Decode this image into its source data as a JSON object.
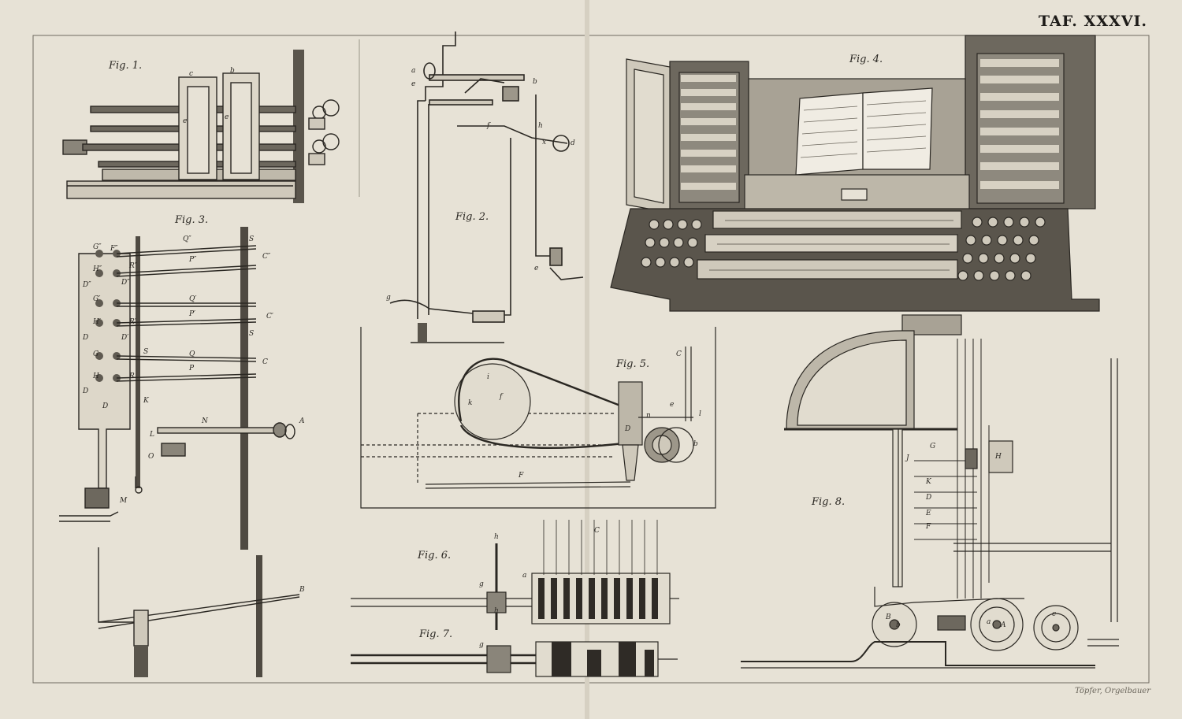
{
  "plate": {
    "title": "TAF. XXXVI.",
    "engraver": "Töpfer, Orgelbauer"
  },
  "figures": {
    "fig1": "Fig. 1.",
    "fig2": "Fig. 2.",
    "fig3": "Fig. 3.",
    "fig4": "Fig. 4.",
    "fig5": "Fig. 5.",
    "fig6": "Fig. 6.",
    "fig7": "Fig. 7.",
    "fig8": "Fig. 8."
  },
  "labels": {
    "fig1": [
      "c",
      "b",
      "e",
      "e"
    ],
    "fig2": [
      "a",
      "e",
      "b",
      "h",
      "f",
      "x",
      "d",
      "e",
      "g"
    ],
    "fig3": [
      "G″",
      "F″",
      "Q″",
      "S",
      "C″",
      "H″",
      "R″",
      "P″",
      "D″",
      "D″",
      "G′",
      "Q′",
      "H′",
      "R′",
      "P′",
      "C′",
      "D′",
      "S",
      "G",
      "S",
      "Q",
      "C",
      "H",
      "R",
      "P",
      "D",
      "D",
      "D",
      "K",
      "N",
      "A",
      "L",
      "O",
      "M",
      "B"
    ],
    "fig5": [
      "C",
      "i",
      "f",
      "k",
      "e",
      "l",
      "n",
      "D",
      "b",
      "F"
    ],
    "fig6": [
      "h",
      "C",
      "a",
      "g",
      "h"
    ],
    "fig7": [
      "g"
    ],
    "fig8": [
      "J",
      "K",
      "D",
      "E",
      "F",
      "G",
      "H",
      "B",
      "b",
      "a",
      "A",
      "c"
    ]
  },
  "colors": {
    "paper": "#e7e2d6",
    "ink": "#2a2722",
    "frame": "#6f6a60"
  }
}
